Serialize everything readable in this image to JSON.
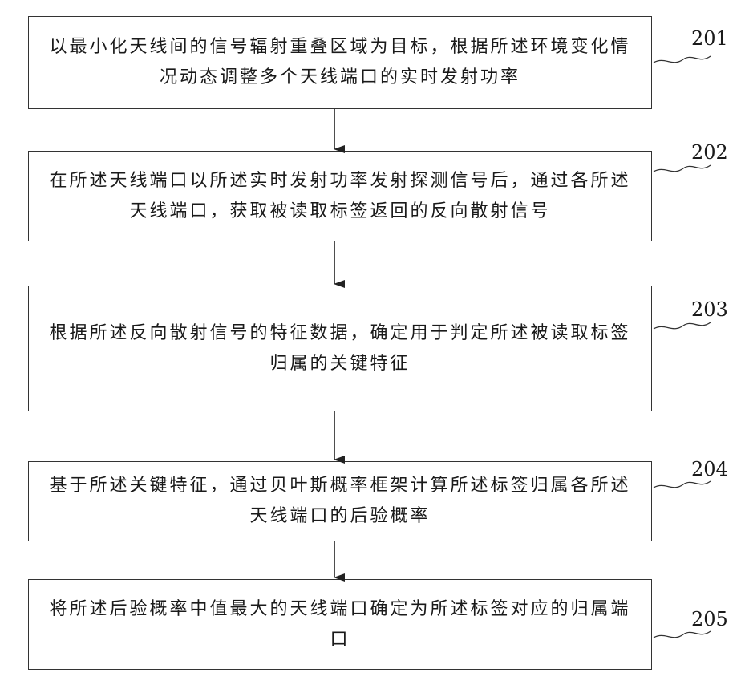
{
  "steps": [
    {
      "number": "201",
      "text": "以最小化天线间的信号辐射重叠区域为目标，根据所述环境变化情况动态调整多个天线端口的实时发射功率"
    },
    {
      "number": "202",
      "text": "在所述天线端口以所述实时发射功率发射探测信号后，通过各所述天线端口，获取被读取标签返回的反向散射信号"
    },
    {
      "number": "203",
      "text": "根据所述反向散射信号的特征数据，确定用于判定所述被读取标签归属的关键特征"
    },
    {
      "number": "204",
      "text": "基于所述关键特征，通过贝叶斯概率框架计算所述标签归属各所述天线端口的后验概率"
    },
    {
      "number": "205",
      "text": "将所述后验概率中值最大的天线端口确定为所述标签对应的归属端口"
    }
  ]
}
